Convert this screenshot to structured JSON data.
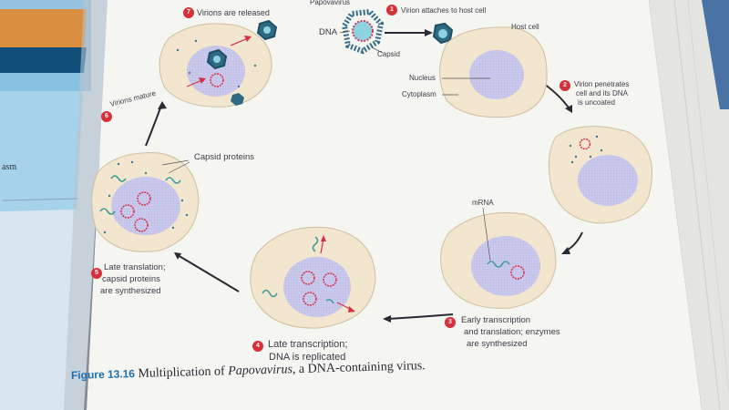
{
  "figure": {
    "number": "Figure 13.16",
    "caption_prefix": "Multiplication of ",
    "caption_italic": "Papovavirus",
    "caption_suffix": ", a DNA-containing virus."
  },
  "margin_text": "asm",
  "legend": {
    "title": "Papovavirus",
    "dna": "DNA",
    "capsid": "Capsid"
  },
  "labels": {
    "host_cell": "Host cell",
    "nucleus": "Nucleus",
    "cytoplasm": "Cytoplasm",
    "mrna": "mRNA",
    "capsid_proteins": "Capsid proteins"
  },
  "steps": [
    {
      "number": "1",
      "lines": [
        "Virion attaches to host cell"
      ]
    },
    {
      "number": "2",
      "lines": [
        "Virion penetrates",
        "cell and its DNA",
        "is uncoated"
      ]
    },
    {
      "number": "3",
      "lines": [
        "Early transcription",
        "and translation; enzymes",
        "are synthesized"
      ]
    },
    {
      "number": "4",
      "lines": [
        "Late transcription;",
        "DNA is replicated"
      ]
    },
    {
      "number": "5",
      "lines": [
        "Late translation;",
        "capsid proteins",
        "are synthesized"
      ]
    },
    {
      "number": "6",
      "lines": [
        "Virions mature"
      ]
    },
    {
      "number": "7",
      "lines": [
        "Virions are released"
      ]
    }
  ],
  "colors": {
    "cell_fill": "#f2e6cf",
    "nucleus_fill": "#c9c8ec",
    "dna_red": "#d63048",
    "mrna_teal": "#3f9f98",
    "capsid_blue": "#2e6b86",
    "step_badge": "#d6303a",
    "page": "#f4f4f2"
  }
}
